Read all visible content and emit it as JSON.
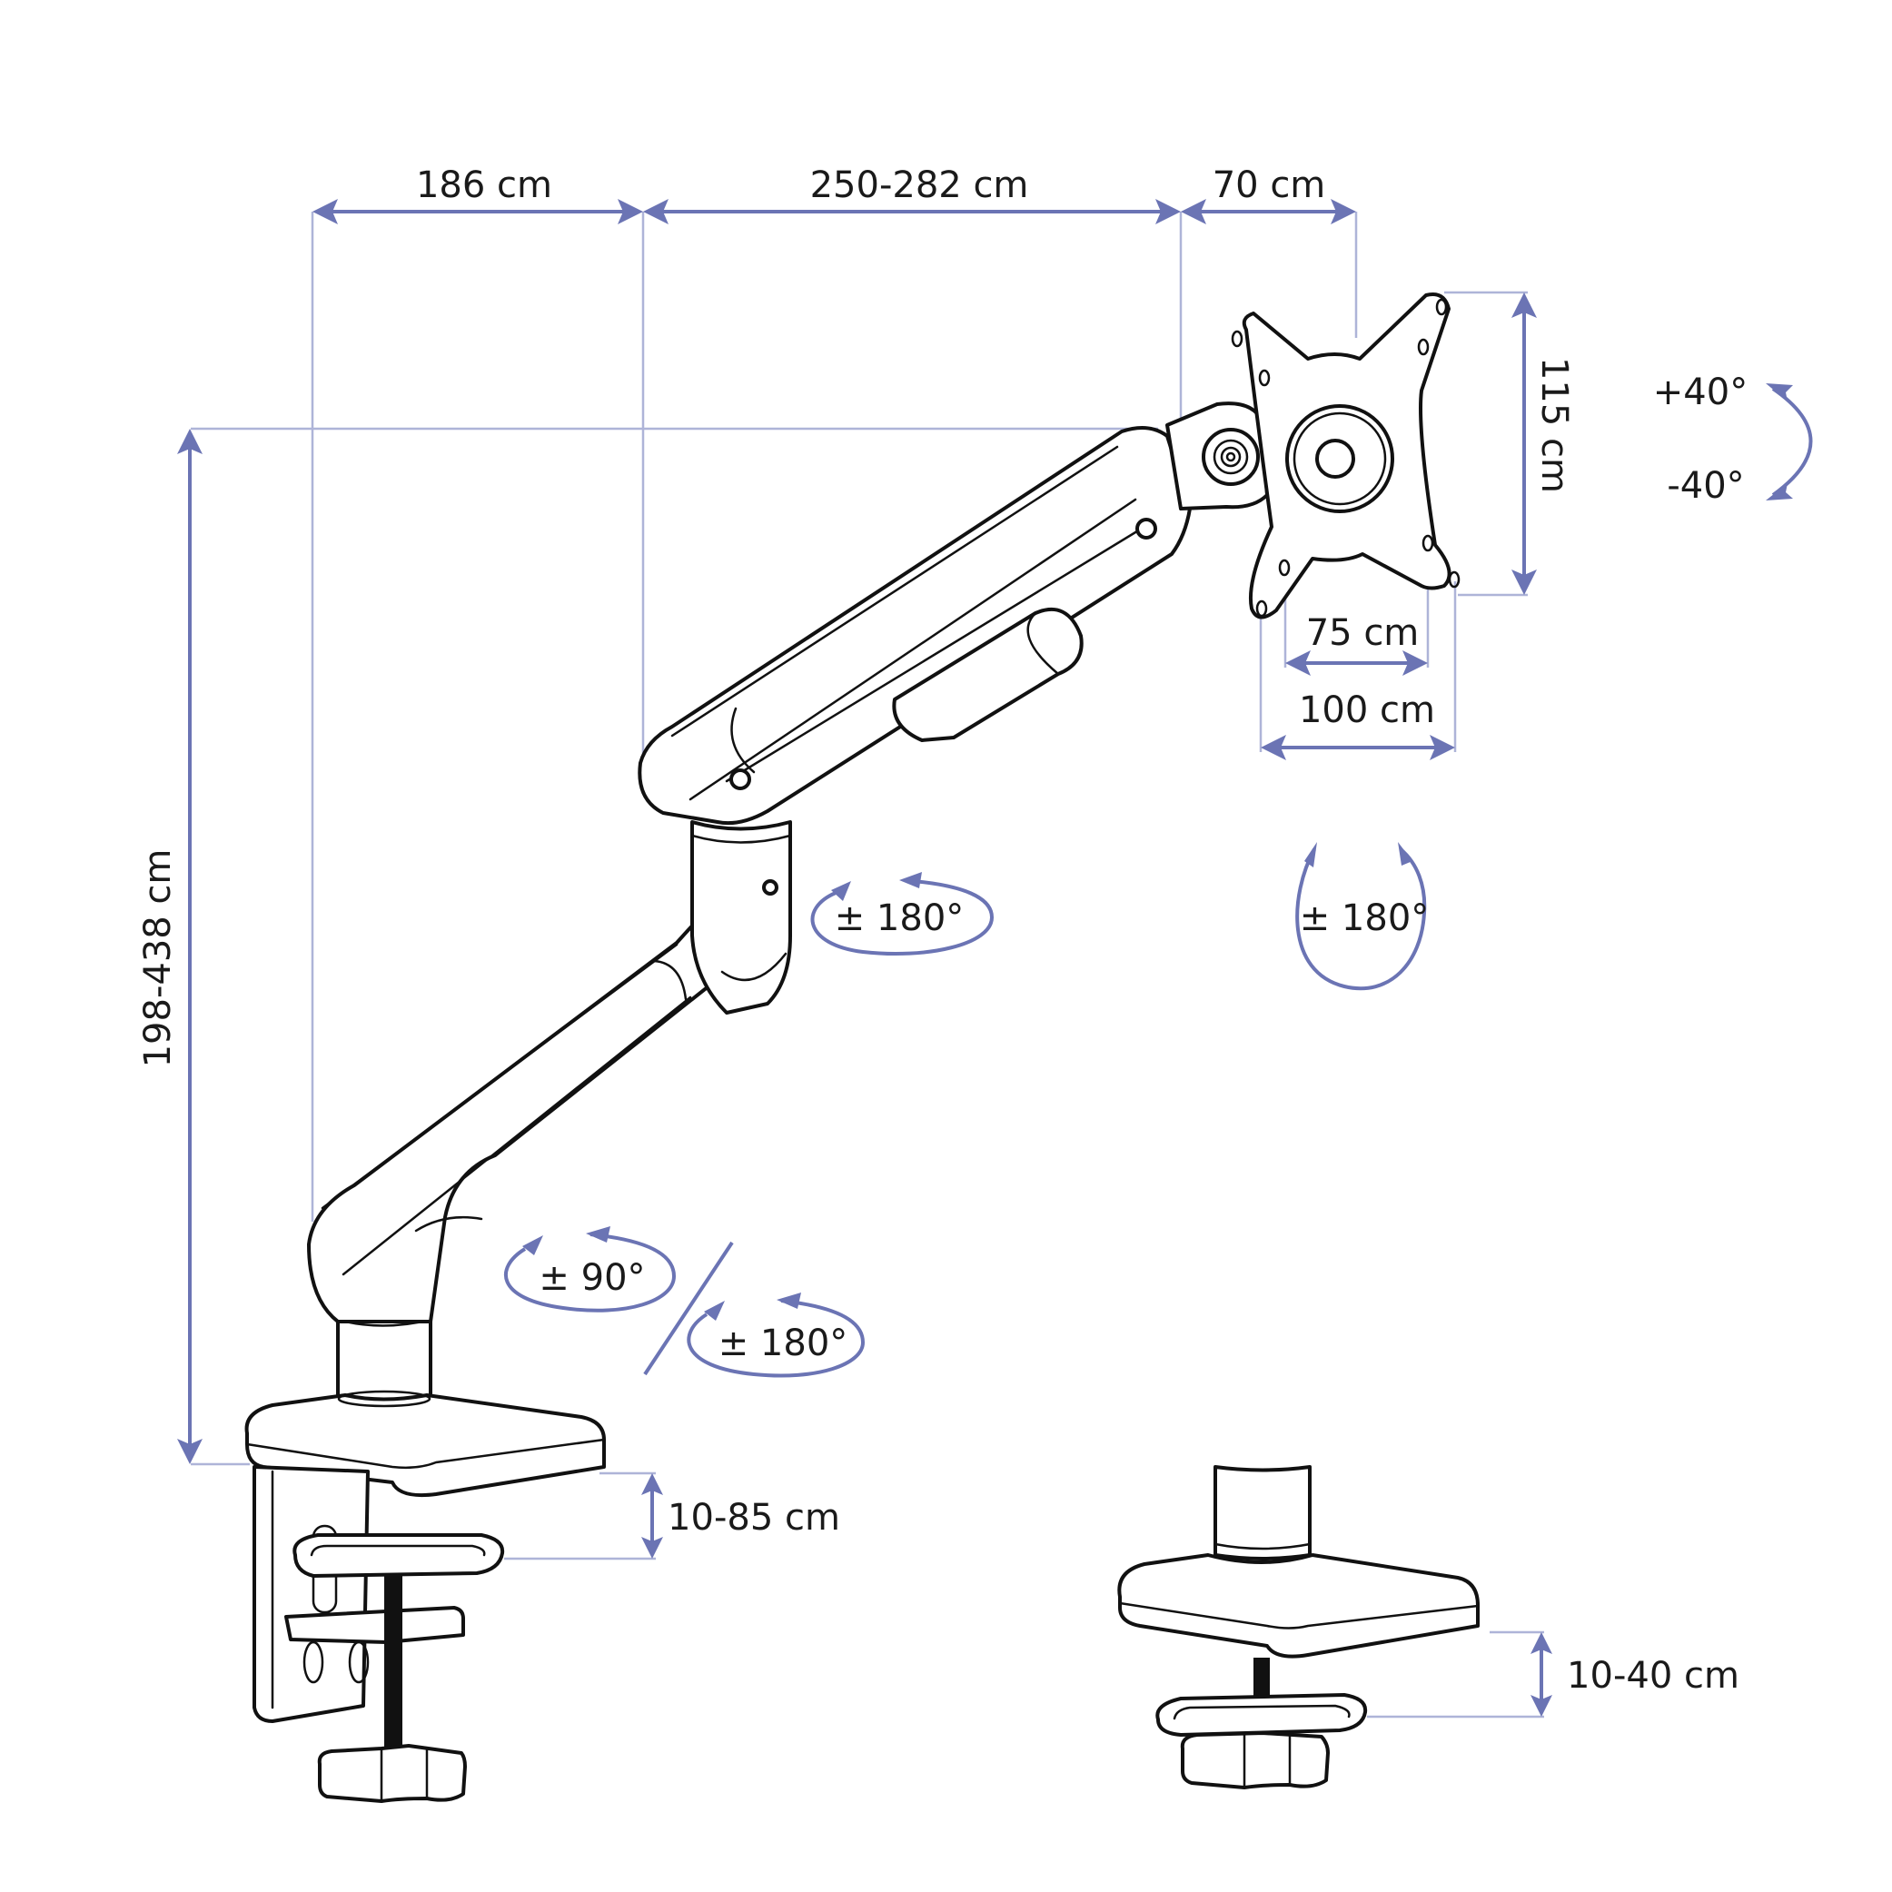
{
  "colors": {
    "dimension": "#6b74b4",
    "extension": "#aeb4d8",
    "outline": "#111111",
    "text": "#1a1a1a",
    "background": "#ffffff"
  },
  "dimensions": {
    "lower_arm_reach": "186 cm",
    "upper_arm_reach": "250-282 cm",
    "head_offset": "70 cm",
    "height_range": "198-438 cm",
    "vesa_plate_height": "115 cm",
    "vesa_75": "75 cm",
    "vesa_100": "100 cm",
    "clamp_range": "10-85 cm",
    "grommet_range": "10-40 cm"
  },
  "rotations": {
    "tilt_up": "+40°",
    "tilt_down": "-40°",
    "elbow_swivel": "± 180°",
    "head_rotation": "± 180°",
    "base_swivel_option_a": "± 90°",
    "base_swivel_option_b": "± 180°"
  },
  "icons": {
    "dimension_arrow": "double-headed-arrow",
    "rotation_arrow": "circular-arrow",
    "tilt_arrow": "curved-double-arrow"
  }
}
